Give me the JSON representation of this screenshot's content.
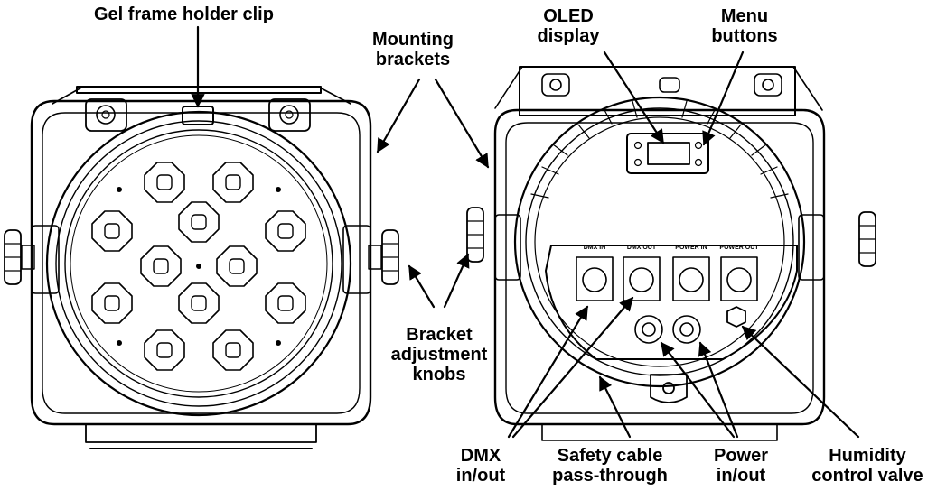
{
  "labels": {
    "gel_frame_clip": "Gel frame holder clip",
    "mounting_brackets": [
      "Mounting",
      "brackets"
    ],
    "oled_display": [
      "OLED",
      "display"
    ],
    "menu_buttons": [
      "Menu",
      "buttons"
    ],
    "bracket_knobs": [
      "Bracket",
      "adjustment",
      "knobs"
    ],
    "dmx": [
      "DMX",
      "in/out"
    ],
    "safety_cable": [
      "Safety cable",
      "pass-through"
    ],
    "power": [
      "Power",
      "in/out"
    ],
    "humidity_valve": [
      "Humidity",
      "control valve"
    ]
  },
  "panel_labels": {
    "dmx_in": "DMX IN",
    "dmx_out": "DMX OUT",
    "power_in": "POWER IN",
    "power_out": "POWER OUT"
  },
  "colors": {
    "line": "#000000",
    "background": "#ffffff"
  }
}
